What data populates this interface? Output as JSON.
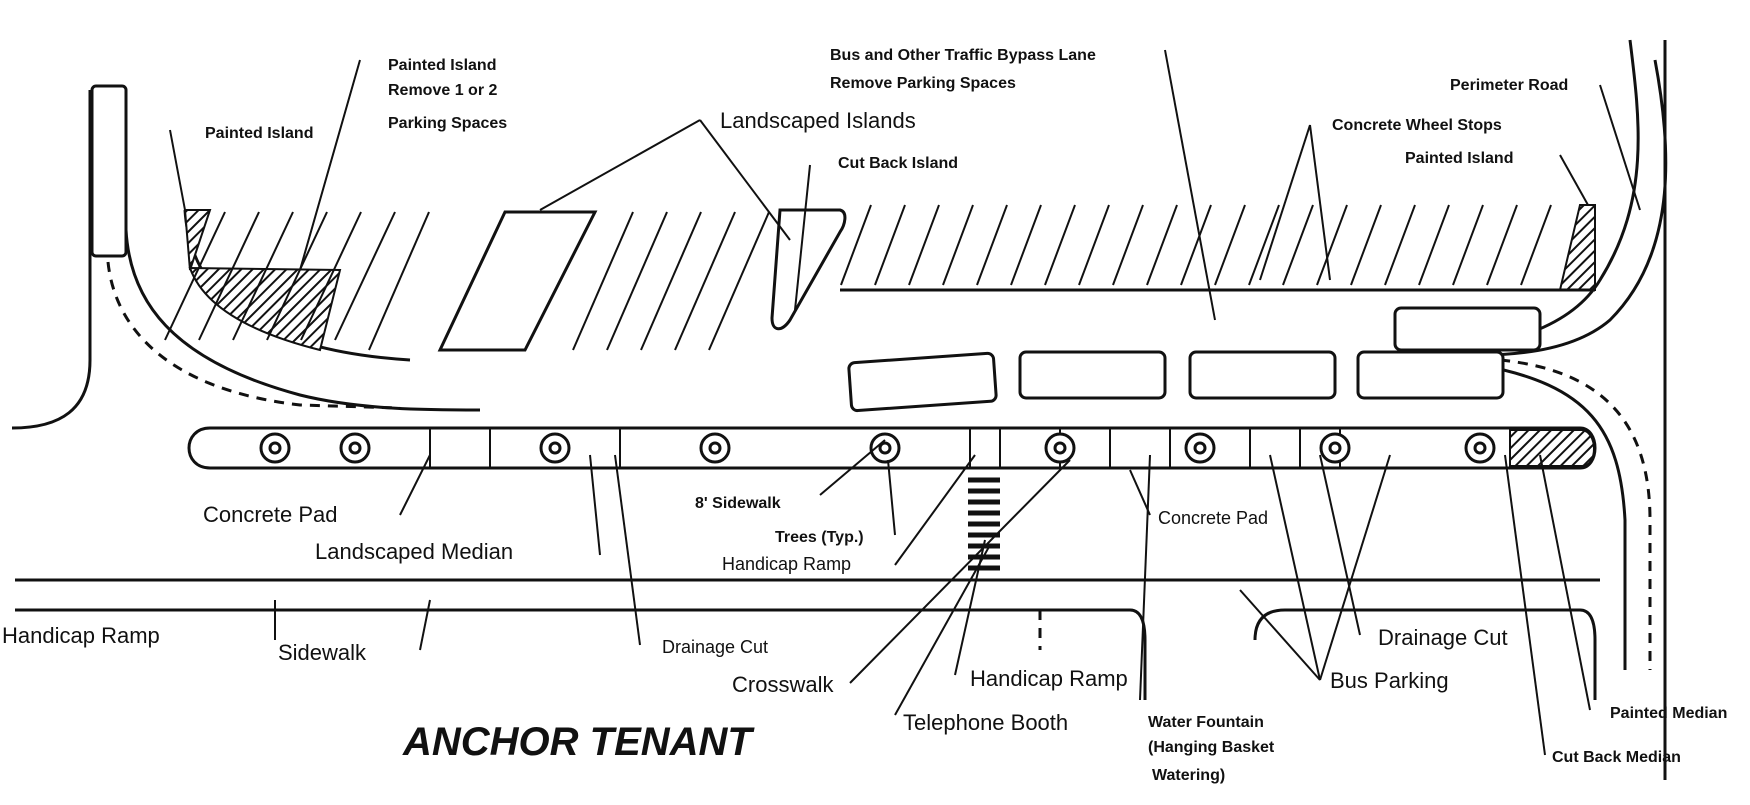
{
  "title": "ANCHOR TENANT",
  "labels": {
    "painted_island_remove": [
      "Painted Island",
      "Remove 1 or 2",
      "Parking Spaces"
    ],
    "painted_island_left": "Painted Island",
    "landscaped_islands": "Landscaped Islands",
    "cut_back_island": "Cut Back Island",
    "bus_bypass": [
      "Bus and Other Traffic Bypass Lane",
      "Remove Parking Spaces"
    ],
    "concrete_wheel_stops": "Concrete Wheel Stops",
    "perimeter_road": "Perimeter Road",
    "painted_island_right": "Painted Island",
    "concrete_pad_left": "Concrete Pad",
    "landscaped_median": "Landscaped Median",
    "sidewalk_8ft": "8' Sidewalk",
    "trees_typ": "Trees (Typ.)",
    "handicap_ramp_center": "Handicap Ramp",
    "concrete_pad_center": "Concrete Pad",
    "handicap_ramp_left": "Handicap Ramp",
    "sidewalk": "Sidewalk",
    "drainage_cut_left": "Drainage Cut",
    "crosswalk": "Crosswalk",
    "handicap_ramp_lower": "Handicap Ramp",
    "telephone_booth": "Telephone Booth",
    "water_fountain": [
      "Water Fountain",
      "(Hanging Basket",
      "Watering)"
    ],
    "drainage_cut_right": "Drainage Cut",
    "bus_parking": "Bus Parking",
    "painted_median": "Painted Median",
    "cut_back_median": "Cut Back Median"
  },
  "colors": {
    "ink": "#111111",
    "paper": "#ffffff"
  }
}
